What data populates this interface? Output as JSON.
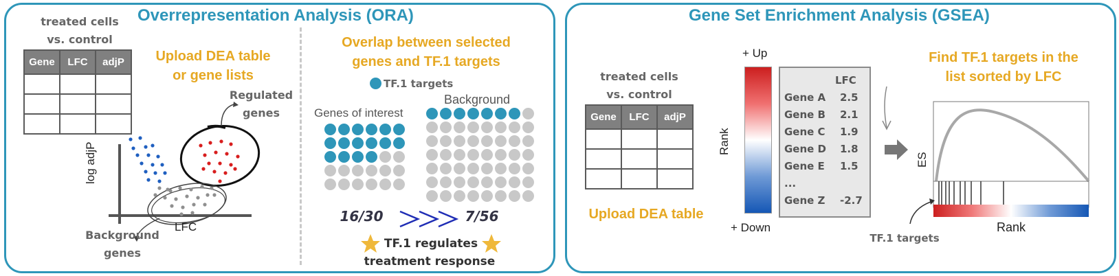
{
  "ora": {
    "title": "Overrepresentation Analysis (ORA)",
    "table_caption": [
      "treated cells",
      "vs. control"
    ],
    "table_headers": [
      "Gene",
      "LFC",
      "adjP"
    ],
    "upload_text": [
      "Upload DEA table",
      "or gene lists"
    ],
    "regulated_label": [
      "Regulated",
      "genes"
    ],
    "background_label": [
      "Background",
      "genes"
    ],
    "ylabel": "log adjP",
    "xlabel": "LFC",
    "overlap_title": [
      "Overlap between selected",
      "genes and TF.1 targets"
    ],
    "legend_label": "TF.1 targets",
    "background_title": "Background",
    "interest_title": "Genes of interest",
    "ratio_left": "16/30",
    "ratio_right": "7/56",
    "conclusion": [
      "TF.1 regulates",
      "treatment response"
    ],
    "interest_total": 30,
    "interest_hits": 16,
    "background_total": 56,
    "background_hits": 7
  },
  "gsea": {
    "title": "Gene Set Enrichment Analysis (GSEA)",
    "table_caption": [
      "treated cells",
      "vs. control"
    ],
    "table_headers": [
      "Gene",
      "LFC",
      "adjP"
    ],
    "upload_text": "Upload DEA table",
    "rank_label": "Rank",
    "up_label": "+ Up",
    "down_label": "+ Down",
    "lfc_header": "LFC",
    "genes": [
      {
        "name": "Gene A",
        "lfc": "2.5"
      },
      {
        "name": "Gene B",
        "lfc": "2.1"
      },
      {
        "name": "Gene C",
        "lfc": "1.9"
      },
      {
        "name": "Gene D",
        "lfc": "1.8"
      },
      {
        "name": "Gene E",
        "lfc": "1.5"
      },
      {
        "name": "...",
        "lfc": ""
      },
      {
        "name": "Gene Z",
        "lfc": "-2.7"
      }
    ],
    "find_text": [
      "Find TF.1 targets in the",
      "list sorted by LFC"
    ],
    "es_label": "ES",
    "rank_axis_label": "Rank",
    "targets_label": "TF.1 targets"
  },
  "colors": {
    "accent": "#2e96b9",
    "orange": "#e6a823",
    "red": "#cc1f1f",
    "blue": "#1557b5"
  }
}
